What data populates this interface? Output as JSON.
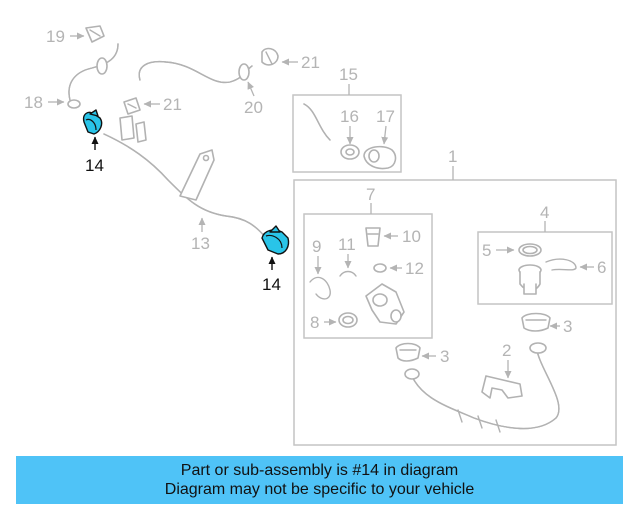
{
  "callouts": {
    "c1": "1",
    "c2": "2",
    "c3a": "3",
    "c3b": "3",
    "c4": "4",
    "c5": "5",
    "c6": "6",
    "c7": "7",
    "c8": "8",
    "c9": "9",
    "c10": "10",
    "c11": "11",
    "c12": "12",
    "c13": "13",
    "c14a": "14",
    "c14b": "14",
    "c15": "15",
    "c16": "16",
    "c17": "17",
    "c18": "18",
    "c19": "19",
    "c20": "20",
    "c21a": "21",
    "c21b": "21"
  },
  "highlight": {
    "part_number": "14",
    "color": "#29c4e8"
  },
  "banner": {
    "line1": "Part or sub-assembly is #14 in diagram",
    "line2": "Diagram may not be specific to your vehicle",
    "color": "#4fc3f7"
  }
}
